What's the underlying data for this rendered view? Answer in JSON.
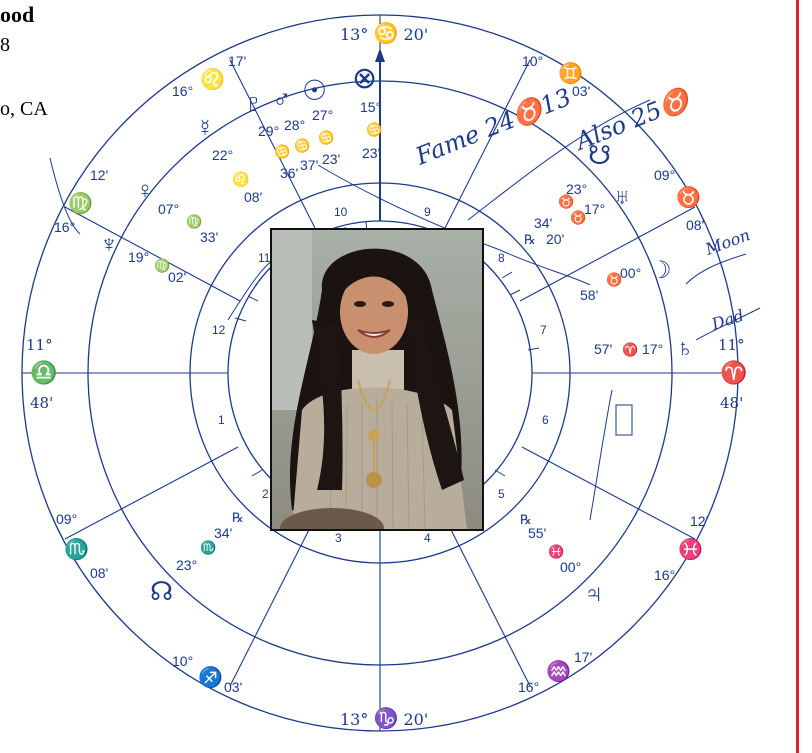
{
  "header": {
    "name_fragment": "ood",
    "date_fragment": "8",
    "place_fragment": "o, CA"
  },
  "chart": {
    "mc": {
      "deg": "13°",
      "sign_glyph": "♋",
      "min": "20'"
    },
    "ic": {
      "deg": "13°",
      "sign_glyph": "♑",
      "min": "20'"
    },
    "asc": {
      "deg": "11°",
      "sign_glyph": "♎",
      "min": "48'"
    },
    "dsc": {
      "deg": "11°",
      "sign_glyph": "♈",
      "min": "48'"
    },
    "cusps": [
      {
        "deg": "10°",
        "glyph": "♊",
        "min": "03'"
      },
      {
        "deg": "09°",
        "glyph": "♉",
        "min": "08'"
      },
      {
        "deg": "12'",
        "glyph": "♓",
        "min": "16°"
      },
      {
        "deg": "16°",
        "glyph": "♒",
        "min": "17'"
      },
      {
        "deg": "10°",
        "glyph": "♐",
        "min": "03'"
      },
      {
        "deg": "09°",
        "glyph": "♏",
        "min": "08'"
      },
      {
        "deg": "16°",
        "glyph": "♌",
        "min": "17'"
      },
      {
        "deg": "12'",
        "glyph": "♍",
        "min": "16°"
      }
    ],
    "house_numbers": [
      "1",
      "2",
      "3",
      "4",
      "5",
      "6",
      "7",
      "8",
      "9",
      "10",
      "11",
      "12"
    ],
    "planets": [
      {
        "name": "Pluto",
        "glyph": "♇",
        "deg": "29°",
        "sign": "♋",
        "min": "36'"
      },
      {
        "name": "Mars",
        "glyph": "♂",
        "deg": "28°",
        "sign": "♋",
        "min": "37'"
      },
      {
        "name": "Sun",
        "glyph": "☉",
        "deg": "27°",
        "sign": "♋",
        "min": "23'"
      },
      {
        "name": "Part of Fortune",
        "glyph": "⊗",
        "deg": "15°",
        "sign": "♋",
        "min": "23'"
      },
      {
        "name": "Mercury",
        "glyph": "☿",
        "deg": "22°",
        "sign": "♌",
        "min": "08'"
      },
      {
        "name": "Venus",
        "glyph": "♀",
        "deg": "07°",
        "sign": "♍",
        "min": "33'"
      },
      {
        "name": "Neptune",
        "glyph": "♆",
        "deg": "19°",
        "sign": "♍",
        "min": "02'"
      },
      {
        "name": "South Node",
        "glyph": "☋",
        "deg": "23°",
        "sign": "♉",
        "min": ""
      },
      {
        "name": "Uranus",
        "glyph": "♅",
        "deg": "17°",
        "sign": "♉",
        "min": "20'",
        "retro": "℞",
        "extra": "34'"
      },
      {
        "name": "Moon",
        "glyph": "☽",
        "deg": "00°",
        "sign": "♉",
        "min": "58'"
      },
      {
        "name": "Saturn",
        "glyph": "♄",
        "deg": "17°",
        "sign": "♈",
        "min": "57'"
      },
      {
        "name": "Jupiter",
        "glyph": "♃",
        "deg": "00°",
        "sign": "♓",
        "min": "55'",
        "retro": "℞"
      },
      {
        "name": "North Node",
        "glyph": "☊",
        "deg": "23°",
        "sign": "♏",
        "min": "34'",
        "retro": "℞"
      }
    ]
  },
  "handwriting": {
    "note1": "Fame 24♉13",
    "note2": "Also 25♉",
    "note3": "Moon",
    "note4": "Dad"
  },
  "colors": {
    "ink": "#1b3a8c",
    "frame": "#d8262a"
  }
}
